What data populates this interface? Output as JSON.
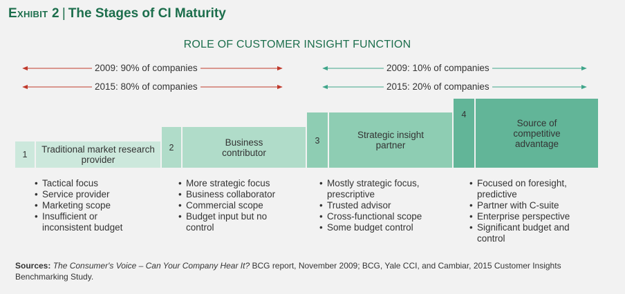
{
  "exhibit": {
    "label": "Exhibit 2",
    "separator": "|",
    "title": "The Stages of CI Maturity"
  },
  "section_heading": "ROLE OF CUSTOMER INSIGHT FUNCTION",
  "arrows": [
    {
      "label": "2009: 90% of companies",
      "color": "#c0392b"
    },
    {
      "label": "2015: 80% of companies",
      "color": "#c0392b"
    },
    {
      "label": "2009: 10% of companies",
      "color": "#3fa58a"
    },
    {
      "label": "2015: 20% of companies",
      "color": "#3fa58a"
    }
  ],
  "stages": [
    {
      "number": "1",
      "name": "Traditional market research provider",
      "color": "#cce8dc",
      "bullets": [
        "Tactical focus",
        "Service provider",
        "Marketing scope",
        "Insufficient or inconsistent budget"
      ]
    },
    {
      "number": "2",
      "name": "Business contributor",
      "color": "#b0dcc9",
      "bullets": [
        "More strategic focus",
        "Business collaborator",
        "Commercial scope",
        "Budget input but no control"
      ]
    },
    {
      "number": "3",
      "name": "Strategic insight partner",
      "color": "#8ecdb3",
      "bullets": [
        "Mostly strategic focus, prescriptive",
        "Trusted advisor",
        "Cross-functional scope",
        "Some budget control"
      ]
    },
    {
      "number": "4",
      "name": "Source of competitive advantage",
      "color": "#62b598",
      "bullets": [
        "Focused on foresight, predictive",
        "Partner with C-suite",
        "Enterprise perspective",
        "Significant budget and control"
      ]
    }
  ],
  "sources": {
    "label": "Sources:",
    "italic": "The Consumer's Voice – Can Your Company Hear It?",
    "rest": " BCG report, November 2009; BCG, Yale CCI, and Cambiar,  2015 Customer Insights Benchmarking Study."
  }
}
